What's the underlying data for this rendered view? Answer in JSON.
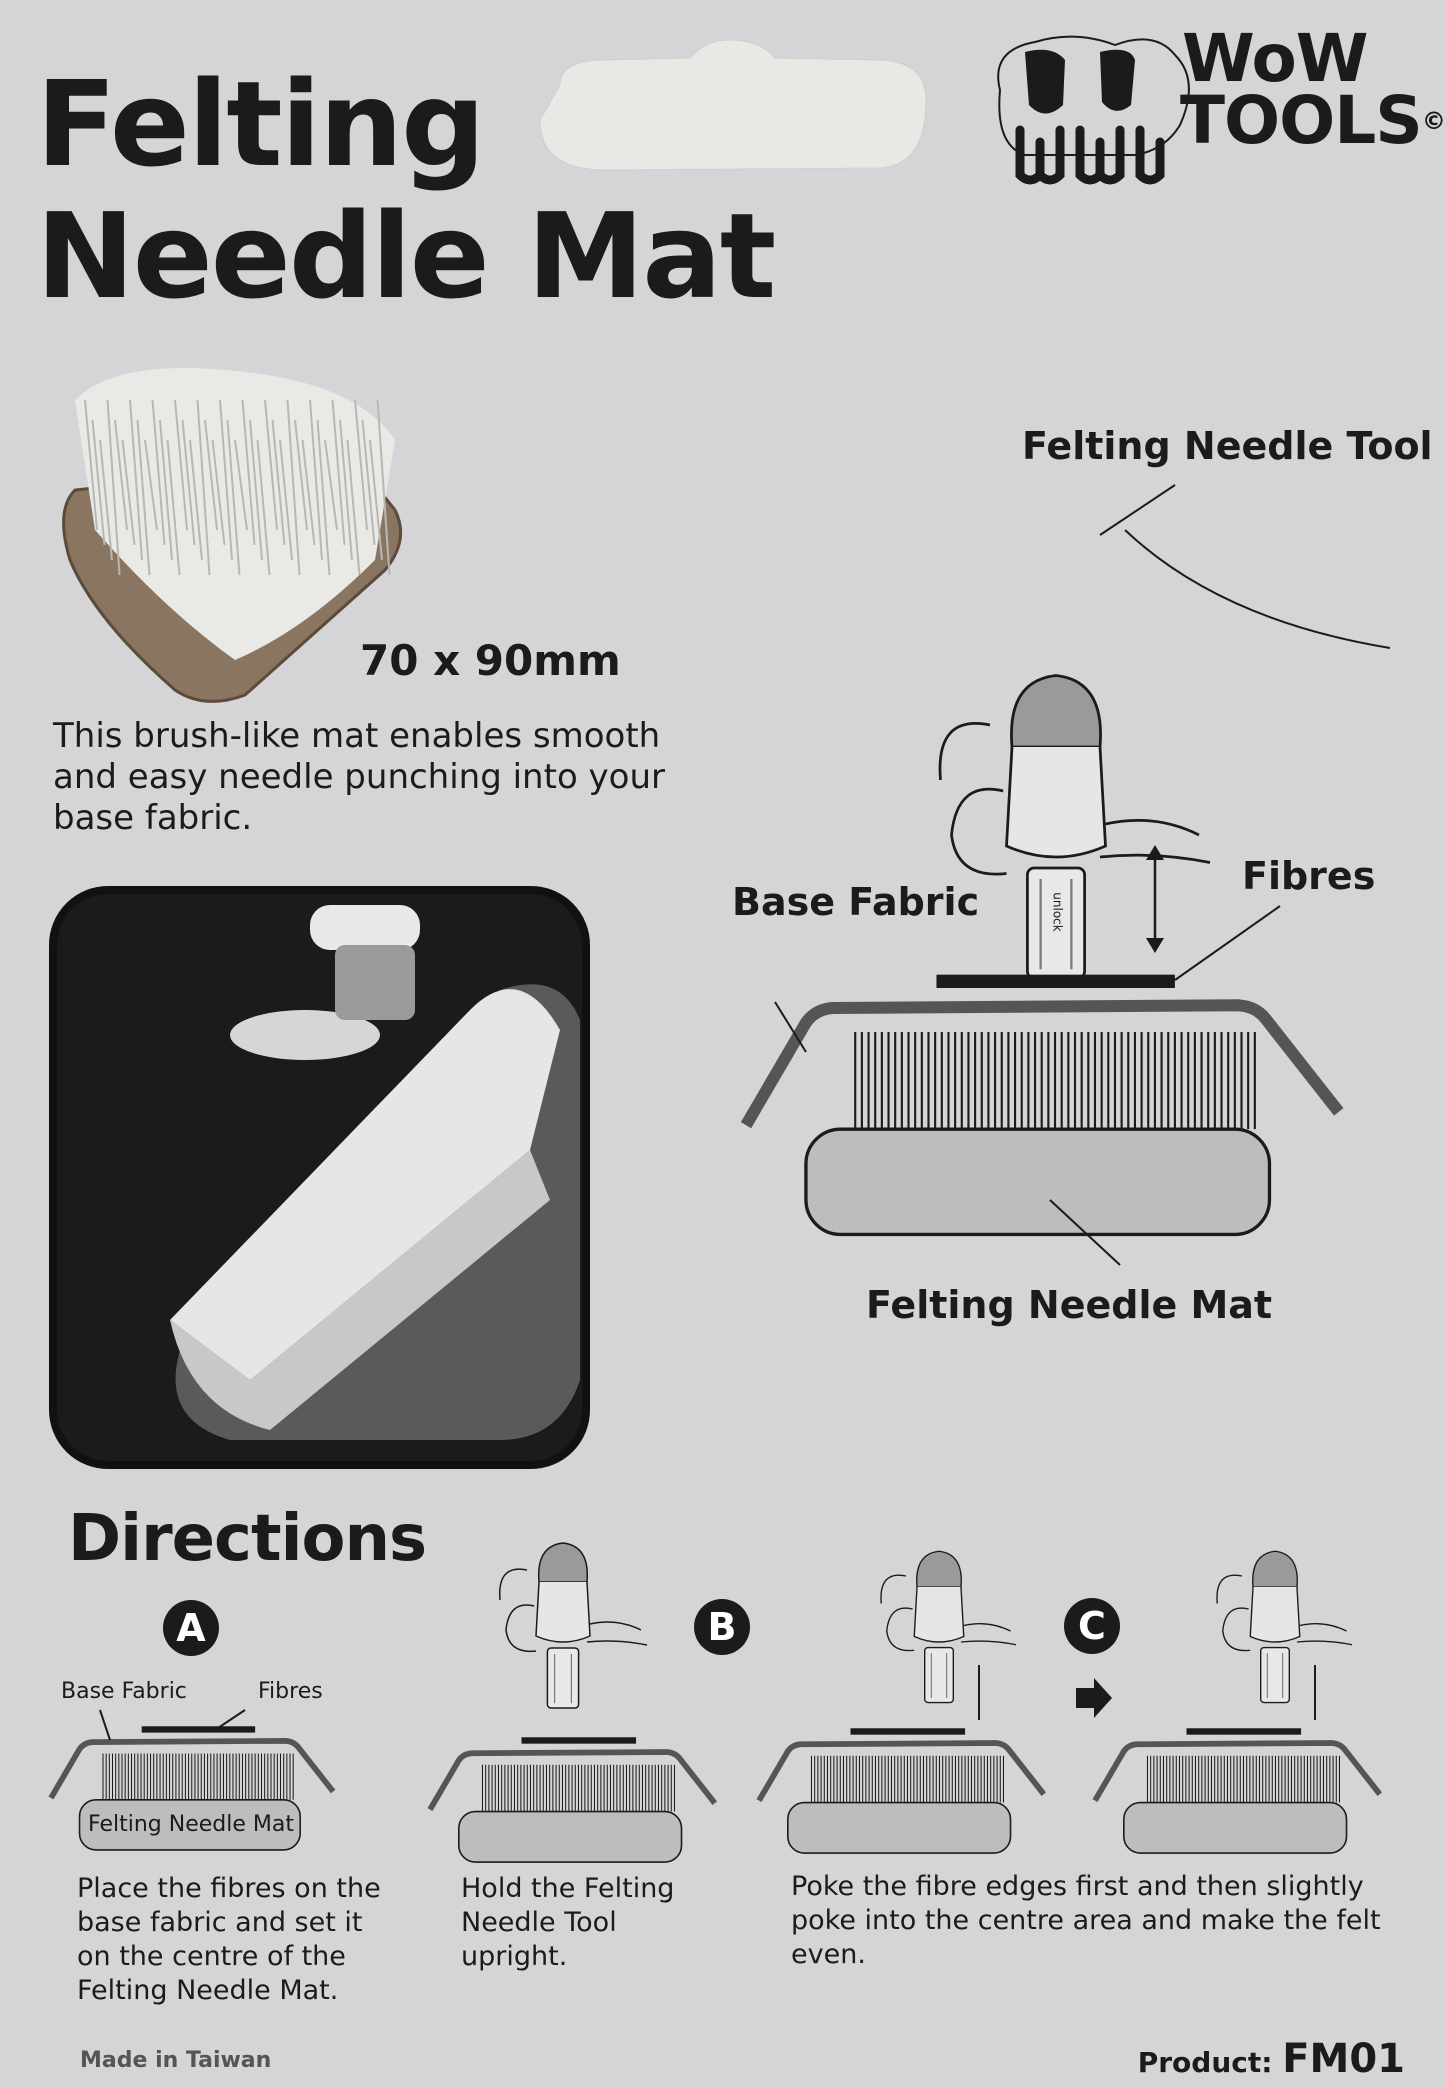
{
  "header": {
    "title_line1": "Felting",
    "title_line2": "Needle Mat",
    "logo": {
      "line1": "WoW",
      "line2": "TOOLS",
      "copyright": "©"
    }
  },
  "product_info": {
    "size": "70 x 90mm",
    "description": "This brush-like mat enables smooth and easy needle punching into your base fabric."
  },
  "diagram": {
    "tool_label": "Felting Needle Tool",
    "base_fabric_label": "Base Fabric",
    "fibres_label": "Fibres",
    "mat_label": "Felting Needle Mat",
    "tool_marking": "unlock"
  },
  "directions": {
    "title": "Directions",
    "steps": [
      {
        "badge": "A",
        "text": "Place the fibres on the base fabric and set it on the centre of the Felting Needle Mat.",
        "labels": {
          "base_fabric": "Base Fabric",
          "fibres": "Fibres",
          "mat": "Felting Needle Mat"
        }
      },
      {
        "badge": "B",
        "text": "Hold the Felting Needle Tool upright."
      },
      {
        "badge": "C",
        "text": "Poke the fibre edges first and then slightly poke into the centre area and make the felt even."
      }
    ]
  },
  "footer": {
    "made_in": "Made in Taiwan",
    "product_label": "Product:",
    "product_code": "FM01"
  },
  "colors": {
    "background": "#d5d5d8",
    "text": "#1d1a1a",
    "arch": "#555555",
    "pad": "#bdbdbd"
  }
}
